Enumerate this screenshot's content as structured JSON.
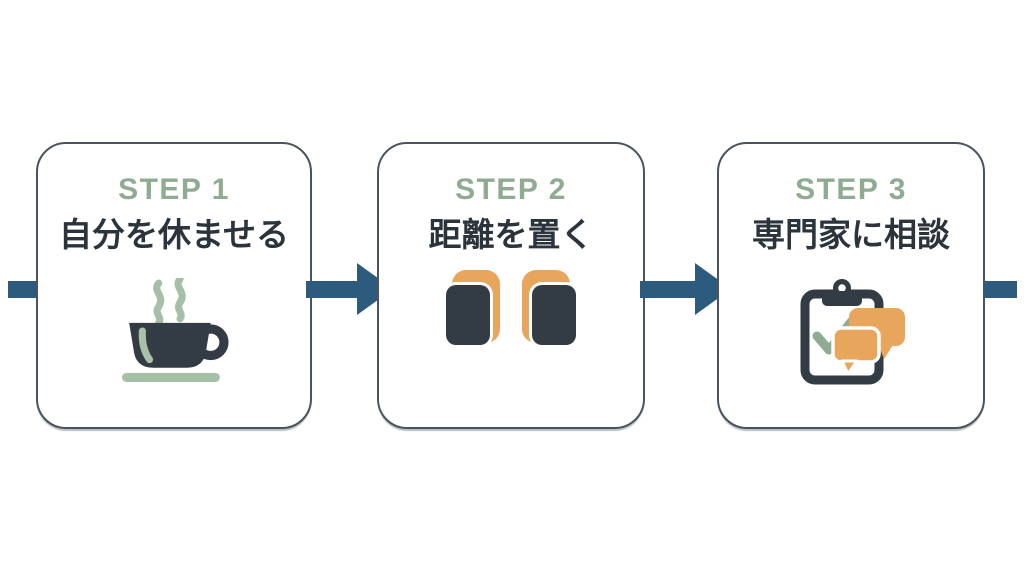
{
  "diagram": {
    "flow_direction": "left-to-right",
    "steps": [
      {
        "step_label": "STEP 1",
        "title": "自分を休ませる",
        "icon": "coffee-cup-icon"
      },
      {
        "step_label": "STEP 2",
        "title": "距離を置く",
        "icon": "phones-apart-icon"
      },
      {
        "step_label": "STEP 3",
        "title": "専門家に相談",
        "icon": "clipboard-consult-icon"
      }
    ]
  },
  "colors": {
    "background": "#ffffff",
    "card_border": "#4a545e",
    "arrow_blue": "#2d5b7d",
    "step_label_green": "#8fab92",
    "title_text": "#2b333c",
    "icon_dark": "#333b44",
    "icon_green": "#a5c0a7",
    "icon_orange": "#e8a55c"
  }
}
